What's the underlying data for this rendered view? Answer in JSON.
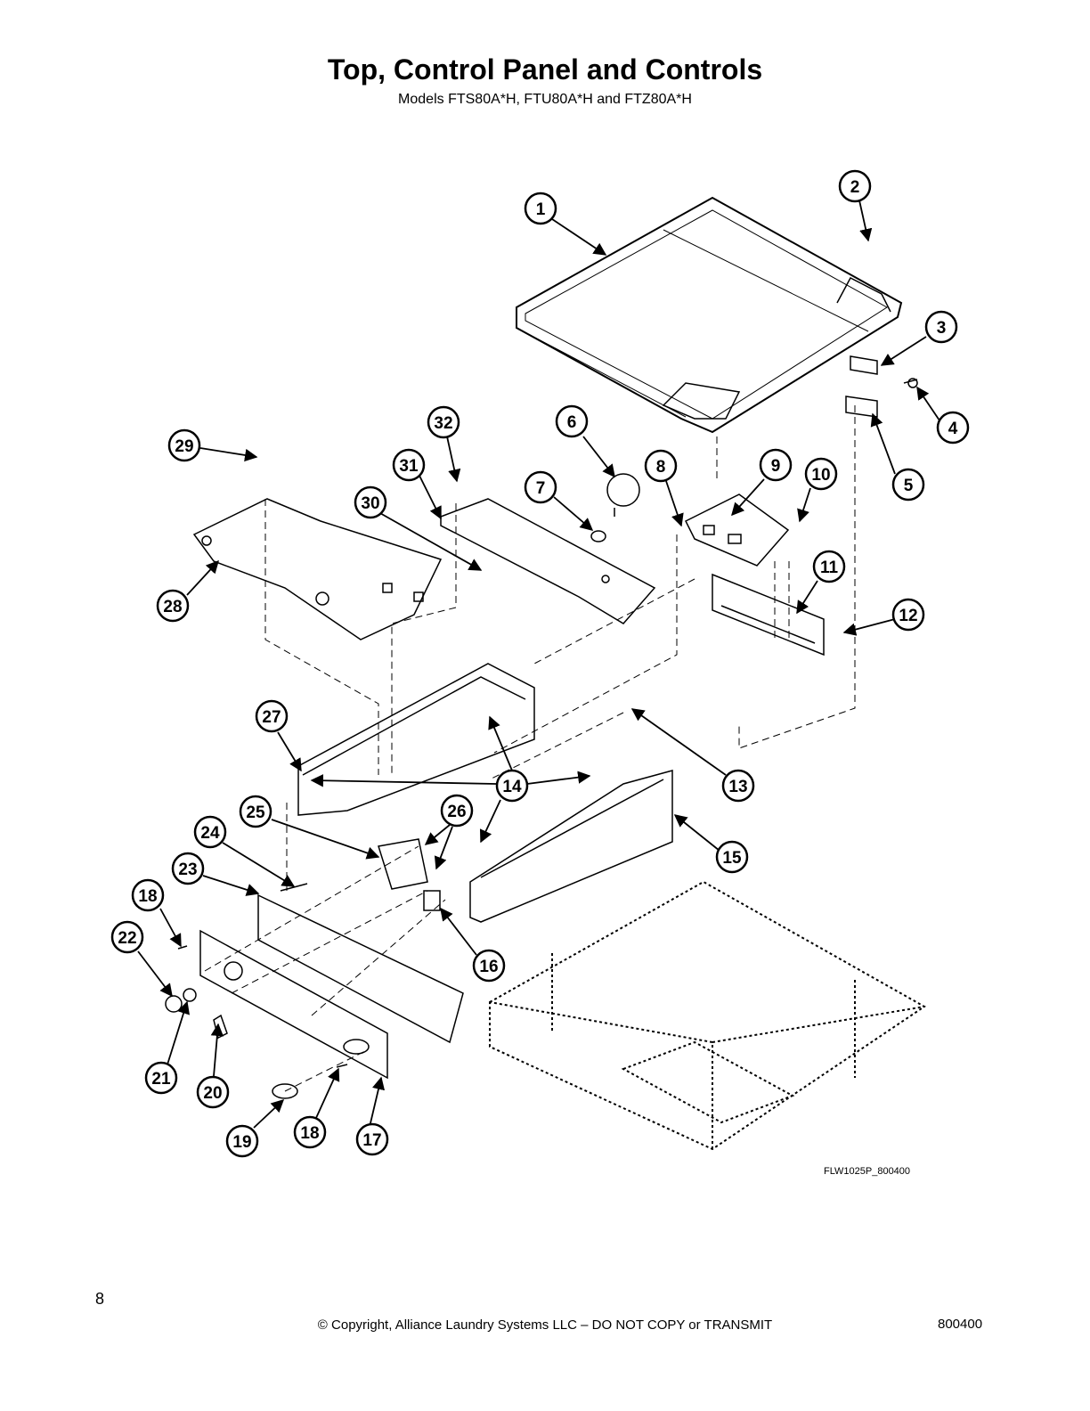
{
  "header": {
    "title": "Top, Control Panel and Controls",
    "subtitle": "Models FTS80A*H, FTU80A*H and FTZ80A*H"
  },
  "diagram": {
    "reference_code": "FLW1025P_800400",
    "callouts": [
      "1",
      "2",
      "3",
      "4",
      "5",
      "6",
      "7",
      "8",
      "9",
      "10",
      "11",
      "12",
      "13",
      "14",
      "15",
      "16",
      "17",
      "18",
      "18",
      "19",
      "20",
      "21",
      "22",
      "23",
      "24",
      "25",
      "26",
      "27",
      "28",
      "29",
      "30",
      "31",
      "32"
    ]
  },
  "footer": {
    "page_number": "8",
    "copyright": "© Copyright, Alliance Laundry Systems LLC – DO NOT COPY or TRANSMIT",
    "document_number": "800400"
  }
}
